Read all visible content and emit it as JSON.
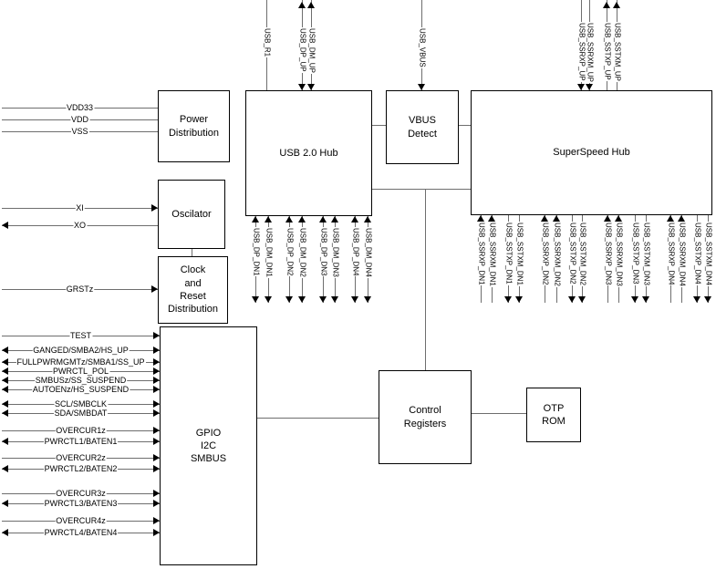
{
  "blocks": {
    "power_distribution": {
      "label": "Power\nDistribution"
    },
    "oscillator": {
      "label": "Oscilator"
    },
    "clock_reset": {
      "label": "Clock\nand\nReset\nDistribution"
    },
    "usb2_hub": {
      "label": "USB 2.0 Hub"
    },
    "vbus_detect": {
      "label": "VBUS\nDetect"
    },
    "superspeed_hub": {
      "label": "SuperSpeed Hub"
    },
    "gpio": {
      "label": "GPIO\nI2C\nSMBUS"
    },
    "control_registers": {
      "label": "Control\nRegisters"
    },
    "otp_rom": {
      "label": "OTP\nROM"
    }
  },
  "colors": {
    "line": "#6e6e6e",
    "arrow": "#000000",
    "border": "#000000",
    "background": "#ffffff"
  },
  "pins": {
    "power_left": [
      {
        "label": "VDD33",
        "arrows": "none"
      },
      {
        "label": "VDD",
        "arrows": "none"
      },
      {
        "label": "VSS",
        "arrows": "none"
      }
    ],
    "osc_left": [
      {
        "label": "XI",
        "arrows": "end"
      },
      {
        "label": "XO",
        "arrows": "start"
      }
    ],
    "reset_left": [
      {
        "label": "GRSTz",
        "arrows": "end"
      }
    ],
    "gpio_left": [
      {
        "label": "TEST",
        "arrows": "end"
      },
      {
        "label": "GANGED/SMBA2/HS_UP",
        "arrows": "both"
      },
      {
        "label": "FULLPWRMGMTz/SMBA1/SS_UP",
        "arrows": "both"
      },
      {
        "label": "PWRCTL_POL",
        "arrows": "both"
      },
      {
        "label": "SMBUSz/SS_SUSPEND",
        "arrows": "both"
      },
      {
        "label": "AUTOENz/HS_SUSPEND",
        "arrows": "both"
      },
      {
        "label": "SCL/SMBCLK",
        "arrows": "both"
      },
      {
        "label": "SDA/SMBDAT",
        "arrows": "both"
      },
      {
        "label": "OVERCUR1z",
        "arrows": "end"
      },
      {
        "label": "PWRCTL1/BATEN1",
        "arrows": "both"
      },
      {
        "label": "OVERCUR2z",
        "arrows": "end"
      },
      {
        "label": "PWRCTL2/BATEN2",
        "arrows": "both"
      },
      {
        "label": "OVERCUR3z",
        "arrows": "end"
      },
      {
        "label": "PWRCTL3/BATEN3",
        "arrows": "both"
      },
      {
        "label": "OVERCUR4z",
        "arrows": "end"
      },
      {
        "label": "PWRCTL4/BATEN4",
        "arrows": "both"
      }
    ],
    "usb2_top": [
      {
        "label": "USB_R1",
        "arrows": "none"
      },
      {
        "label": "USB_DP_UP",
        "arrows": "both"
      },
      {
        "label": "USB_DM_UP",
        "arrows": "both"
      }
    ],
    "vbus_top": [
      {
        "label": "USB_VBUS",
        "arrows": "end"
      }
    ],
    "ss_top": [
      {
        "label": "USB_SSRXP_UP",
        "arrows": "end"
      },
      {
        "label": "USB_SSRXM_UP",
        "arrows": "end"
      },
      {
        "label": "USB_SSTXP_UP",
        "arrows": "start"
      },
      {
        "label": "USB_SSTXM_UP",
        "arrows": "start"
      }
    ],
    "usb2_bottom": [
      {
        "label": "USB_DP_DN1",
        "arrows": "both"
      },
      {
        "label": "USB_DM_DN1",
        "arrows": "both"
      },
      {
        "label": "USB_DP_DN2",
        "arrows": "both"
      },
      {
        "label": "USB_DM_DN2",
        "arrows": "both"
      },
      {
        "label": "USB_DP_DN3",
        "arrows": "both"
      },
      {
        "label": "USB_DM_DN3",
        "arrows": "both"
      },
      {
        "label": "USB_DP_DN4",
        "arrows": "both"
      },
      {
        "label": "USB_DM_DN4",
        "arrows": "both"
      }
    ],
    "ss_bottom": [
      {
        "label": "USB_SSRXP_DN1",
        "arrows": "start"
      },
      {
        "label": "USB_SSRXM_DN1",
        "arrows": "start"
      },
      {
        "label": "USB_SSTXP_DN1",
        "arrows": "end"
      },
      {
        "label": "USB_SSTXM_DN1",
        "arrows": "end"
      },
      {
        "label": "USB_SSRXP_DN2",
        "arrows": "start"
      },
      {
        "label": "USB_SSRXM_DN2",
        "arrows": "start"
      },
      {
        "label": "USB_SSTXP_DN2",
        "arrows": "end"
      },
      {
        "label": "USB_SSTXM_DN2",
        "arrows": "end"
      },
      {
        "label": "USB_SSRXP_DN3",
        "arrows": "start"
      },
      {
        "label": "USB_SSRXM_DN3",
        "arrows": "start"
      },
      {
        "label": "USB_SSTXP_DN3",
        "arrows": "end"
      },
      {
        "label": "USB_SSTXM_DN3",
        "arrows": "end"
      },
      {
        "label": "USB_SSRXP_DN4",
        "arrows": "start"
      },
      {
        "label": "USB_SSRXM_DN4",
        "arrows": "start"
      },
      {
        "label": "USB_SSTXP_DN4",
        "arrows": "end"
      },
      {
        "label": "USB_SSTXM_DN4",
        "arrows": "end"
      }
    ]
  }
}
